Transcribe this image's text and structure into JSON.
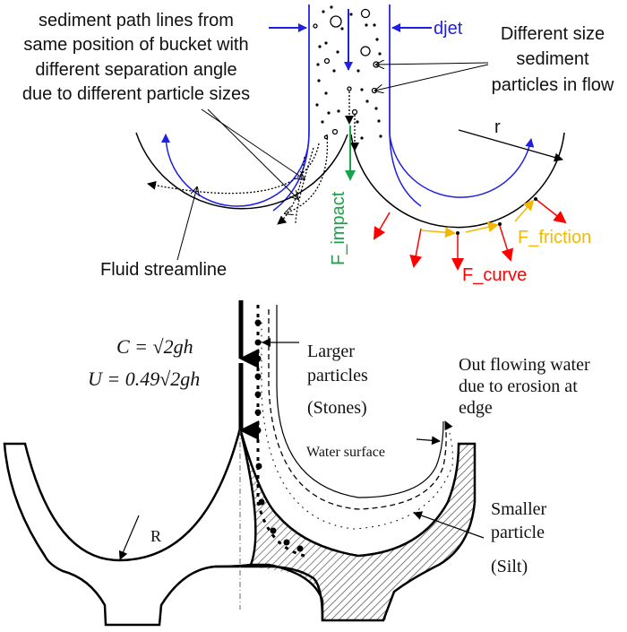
{
  "top_panel": {
    "labels": {
      "sediment_path": [
        "sediment path lines from",
        "same position of bucket with",
        "different separation angle",
        "due to different particle sizes"
      ],
      "djet": "djet",
      "particles_in_flow": [
        "Different size",
        "sediment",
        "particles in flow"
      ],
      "radius": "r",
      "fluid_streamline": "Fluid streamline",
      "f_impact": "F_impact",
      "f_curve": "F_curve",
      "f_friction": "F_friction"
    },
    "colors": {
      "jet_line": "#2020e0",
      "impact": "#1aa34a",
      "curve": "#ff0000",
      "friction": "#f5b800",
      "outline": "#000000"
    }
  },
  "bottom_panel": {
    "labels": {
      "eq_c": "C = √2gh",
      "eq_u": "U = 0.49√2gh",
      "larger_particles": [
        "Larger",
        "particles",
        "(Stones)"
      ],
      "out_flowing": [
        "Out flowing water",
        "due to erosion at",
        "edge"
      ],
      "water_surface": "Water surface",
      "smaller_particle": [
        "Smaller",
        "particle",
        "(Silt)"
      ],
      "radius": "R"
    }
  }
}
